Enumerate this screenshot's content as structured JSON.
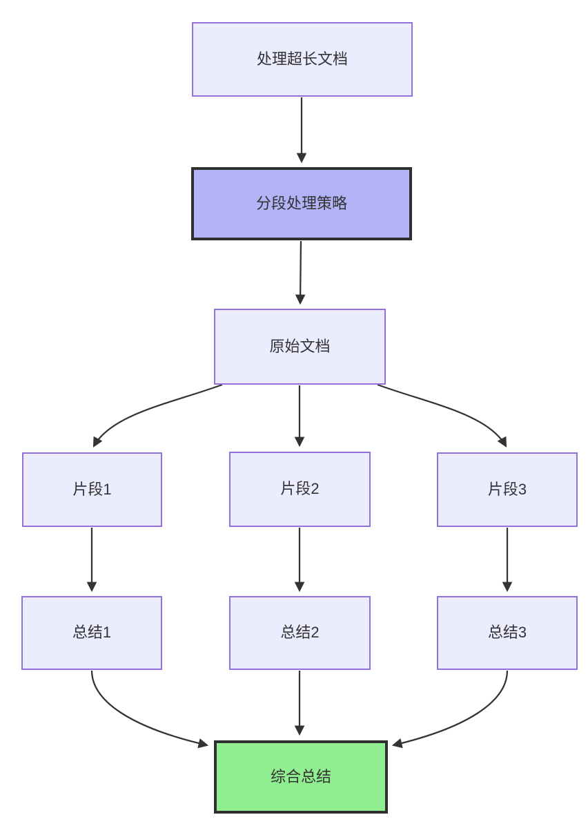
{
  "diagram": {
    "type": "flowchart",
    "direction": "top-down",
    "nodes": [
      {
        "id": "A",
        "label": "处理超长文档",
        "kind": "default"
      },
      {
        "id": "B",
        "label": "分段处理策略",
        "kind": "emphasis"
      },
      {
        "id": "C",
        "label": "原始文档",
        "kind": "default"
      },
      {
        "id": "D1",
        "label": "片段1",
        "kind": "default"
      },
      {
        "id": "D2",
        "label": "片段2",
        "kind": "default"
      },
      {
        "id": "D3",
        "label": "片段3",
        "kind": "default"
      },
      {
        "id": "E1",
        "label": "总结1",
        "kind": "default"
      },
      {
        "id": "E2",
        "label": "总结2",
        "kind": "default"
      },
      {
        "id": "E3",
        "label": "总结3",
        "kind": "default"
      },
      {
        "id": "F",
        "label": "综合总结",
        "kind": "success"
      }
    ],
    "edges": [
      {
        "from": "A",
        "to": "B"
      },
      {
        "from": "B",
        "to": "C"
      },
      {
        "from": "C",
        "to": "D1"
      },
      {
        "from": "C",
        "to": "D2"
      },
      {
        "from": "C",
        "to": "D3"
      },
      {
        "from": "D1",
        "to": "E1"
      },
      {
        "from": "D2",
        "to": "E2"
      },
      {
        "from": "D3",
        "to": "E3"
      },
      {
        "from": "E1",
        "to": "F"
      },
      {
        "from": "E2",
        "to": "F"
      },
      {
        "from": "E3",
        "to": "F"
      }
    ],
    "colors": {
      "background": "#FFFFFF",
      "node_fill": "#ECECFF",
      "node_border": "#9370DB",
      "emphasis_fill": "#B3B3F7",
      "emphasis_border": "#2F2F2F",
      "success_fill": "#90EE90",
      "success_border": "#2F2F2F",
      "edge": "#333333",
      "text": "#333333"
    }
  }
}
